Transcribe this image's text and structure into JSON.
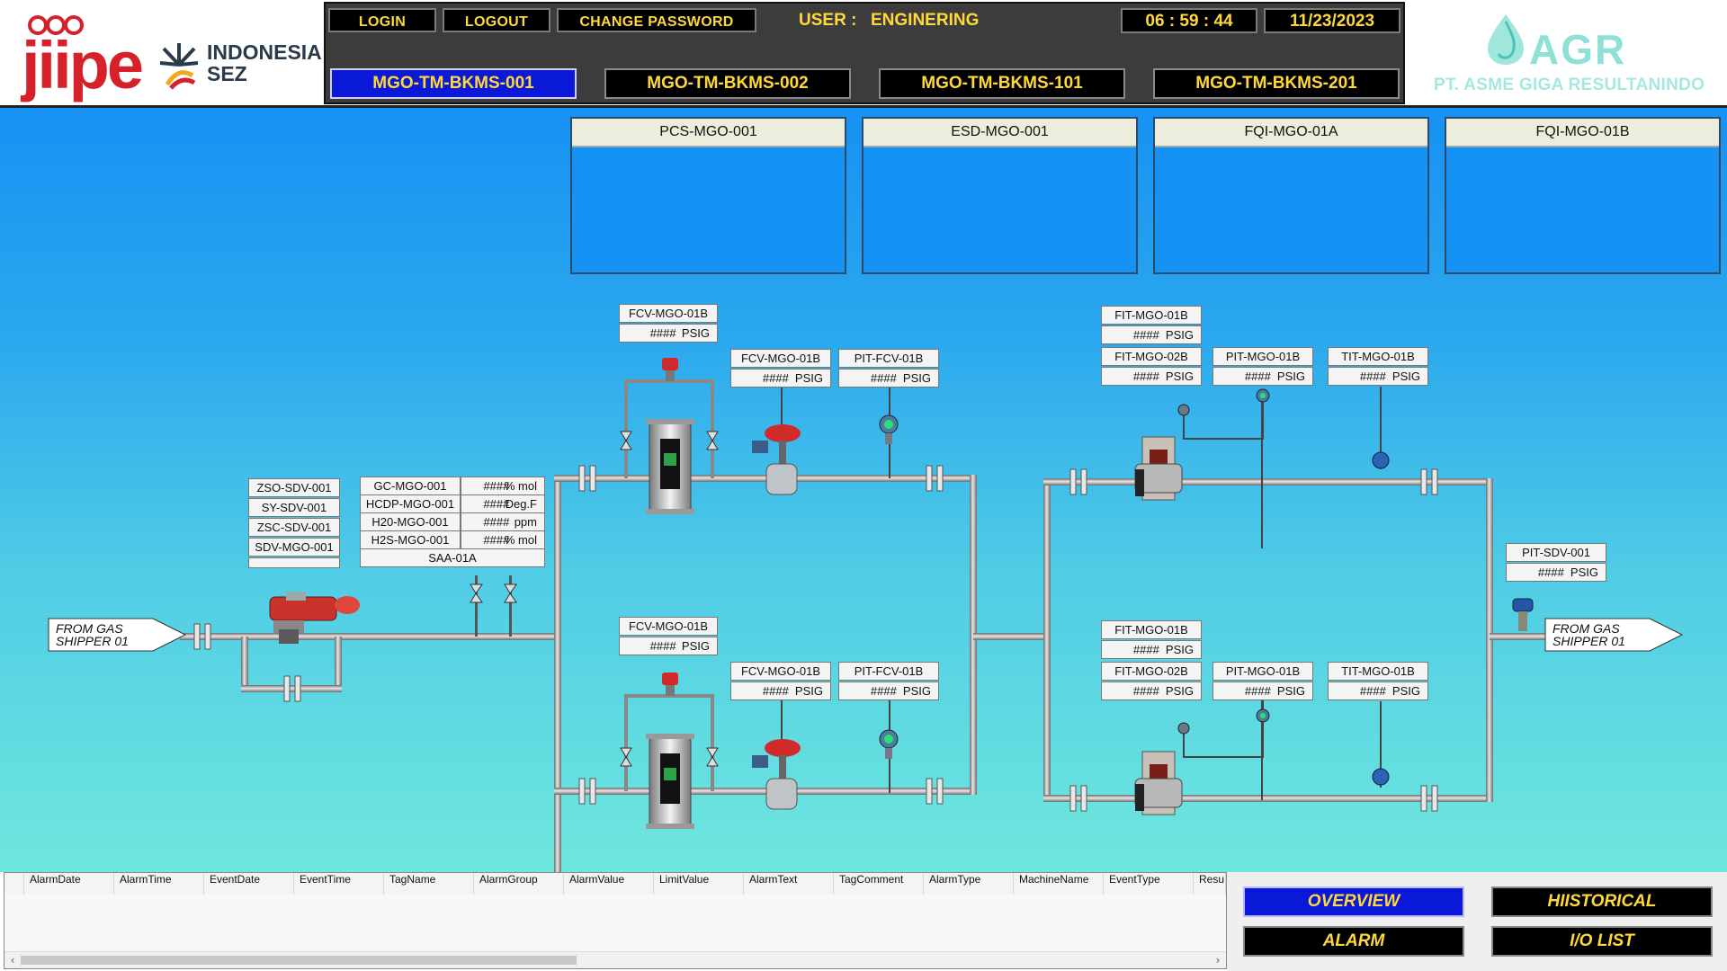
{
  "header": {
    "logo_left": {
      "brand": "jiipe",
      "line1": "INDONESIA",
      "line2": "SEZ"
    },
    "login_label": "LOGIN",
    "logout_label": "LOGOUT",
    "change_password_label": "CHANGE PASSWORD",
    "user_label": "USER :",
    "user_value": "ENGINERING",
    "time": "06 : 59 : 44",
    "date": "11/23/2023",
    "stations": [
      "MGO-TM-BKMS-001",
      "MGO-TM-BKMS-002",
      "MGO-TM-BKMS-101",
      "MGO-TM-BKMS-201"
    ],
    "active_station": "MGO-TM-BKMS-001",
    "logo_right": {
      "brand": "AGR",
      "company": "PT. ASME GIGA RESULTANINDO"
    }
  },
  "panels": [
    "PCS-MGO-001",
    "ESD-MGO-001",
    "FQI-MGO-01A",
    "FQI-MGO-01B"
  ],
  "pid": {
    "inlet_label": [
      "FROM GAS",
      "SHIPPER 01"
    ],
    "outlet_label": [
      "FROM GAS",
      "SHIPPER 01"
    ],
    "sdv_tags": [
      "ZSO-SDV-001",
      "SY-SDV-001",
      "ZSC-SDV-001",
      "SDV-MGO-001"
    ],
    "analyzer": {
      "rows": [
        {
          "tag": "GC-MGO-001",
          "value": "####",
          "unit": "% mol"
        },
        {
          "tag": "HCDP-MGO-001",
          "value": "####",
          "unit": "Deg.F"
        },
        {
          "tag": "H20-MGO-001",
          "value": "####",
          "unit": "ppm"
        },
        {
          "tag": "H2S-MGO-001",
          "value": "####",
          "unit": "% mol"
        }
      ],
      "footer": "SAA-01A"
    },
    "upper_fcv_run": {
      "filter": {
        "tag": "FCV-MGO-01B",
        "value": "####",
        "unit": "PSIG"
      },
      "fcv": {
        "tag": "FCV-MGO-01B",
        "value": "####",
        "unit": "PSIG"
      },
      "pit": {
        "tag": "PIT-FCV-01B",
        "value": "####",
        "unit": "PSIG"
      }
    },
    "lower_fcv_run": {
      "filter": {
        "tag": "FCV-MGO-01B",
        "value": "####",
        "unit": "PSIG"
      },
      "fcv": {
        "tag": "FCV-MGO-01B",
        "value": "####",
        "unit": "PSIG"
      },
      "pit": {
        "tag": "PIT-FCV-01B",
        "value": "####",
        "unit": "PSIG"
      }
    },
    "upper_meter_run": {
      "fit1": {
        "tag": "FIT-MGO-01B",
        "value": "####",
        "unit": "PSIG"
      },
      "fit2": {
        "tag": "FIT-MGO-02B",
        "value": "####",
        "unit": "PSIG"
      },
      "pit": {
        "tag": "PIT-MGO-01B",
        "value": "####",
        "unit": "PSIG"
      },
      "tit": {
        "tag": "TIT-MGO-01B",
        "value": "####",
        "unit": "PSIG"
      }
    },
    "lower_meter_run": {
      "fit1": {
        "tag": "FIT-MGO-01B",
        "value": "####",
        "unit": "PSIG"
      },
      "fit2": {
        "tag": "FIT-MGO-02B",
        "value": "####",
        "unit": "PSIG"
      },
      "pit": {
        "tag": "PIT-MGO-01B",
        "value": "####",
        "unit": "PSIG"
      },
      "tit": {
        "tag": "TIT-MGO-01B",
        "value": "####",
        "unit": "PSIG"
      }
    },
    "outlet_pit": {
      "tag": "PIT-SDV-001",
      "value": "####",
      "unit": "PSIG"
    }
  },
  "alarm_table": {
    "columns": [
      "AlarmDate",
      "AlarmTime",
      "EventDate",
      "EventTime",
      "TagName",
      "AlarmGroup",
      "AlarmValue",
      "LimitValue",
      "AlarmText",
      "TagComment",
      "AlarmType",
      "MachineName",
      "EventType",
      "Resu"
    ]
  },
  "nav": {
    "overview": "OVERVIEW",
    "historical": "HIISTORICAL",
    "alarm": "ALARM",
    "io_list": "I/O LIST",
    "active": "OVERVIEW"
  },
  "colors": {
    "button_text": "#ffd83a",
    "active_button": "#0a18d8",
    "brand_red": "#d6202a",
    "agr_teal": "#8fe0d6"
  },
  "icons": [
    "sdv-actuator-icon",
    "control-valve-icon",
    "pressure-transmitter-icon",
    "temperature-transmitter-icon",
    "ultrasonic-meter-icon",
    "filter-vessel-icon",
    "flange-icon",
    "needle-valve-icon",
    "scroll-left-icon",
    "scroll-right-icon"
  ]
}
